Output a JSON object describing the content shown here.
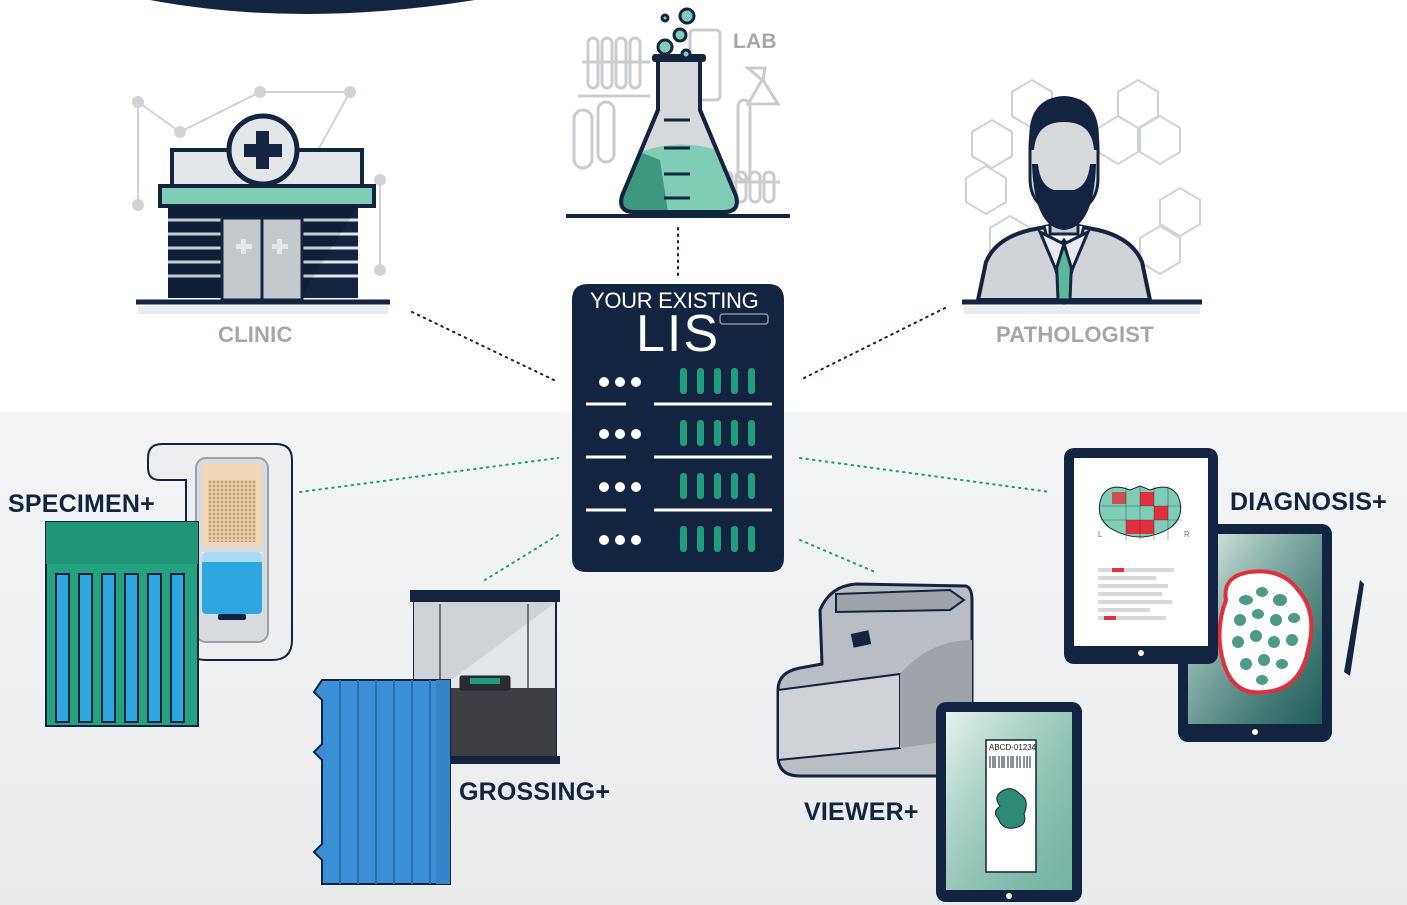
{
  "labels": {
    "lab": "LAB",
    "clinic": "CLINIC",
    "pathologist": "PATHOLOGIST",
    "lis_top": "YOUR EXISTING",
    "lis_big": "LIS",
    "specimen": "SPECIMEN+",
    "grossing": "GROSSING+",
    "viewer": "VIEWER+",
    "diagnosis": "DIAGNOSIS+"
  },
  "slide": {
    "barcode_text": "ABCD-01234"
  },
  "report": {
    "left_marker": "L",
    "right_marker": "R"
  },
  "icons": [
    "flask-icon",
    "clinic-icon",
    "pathologist-icon",
    "server-icon",
    "cassette-icon",
    "tissue-box-icon",
    "grossing-station-icon",
    "scanner-icon",
    "tablet-icon",
    "stylus-icon"
  ],
  "colors": {
    "navy": "#12243f",
    "teal": "#1f9e7d",
    "mint": "#7fcdb4",
    "blue": "#3b8fd6",
    "grey_label": "#a3a7ac",
    "red": "#e0303c"
  }
}
